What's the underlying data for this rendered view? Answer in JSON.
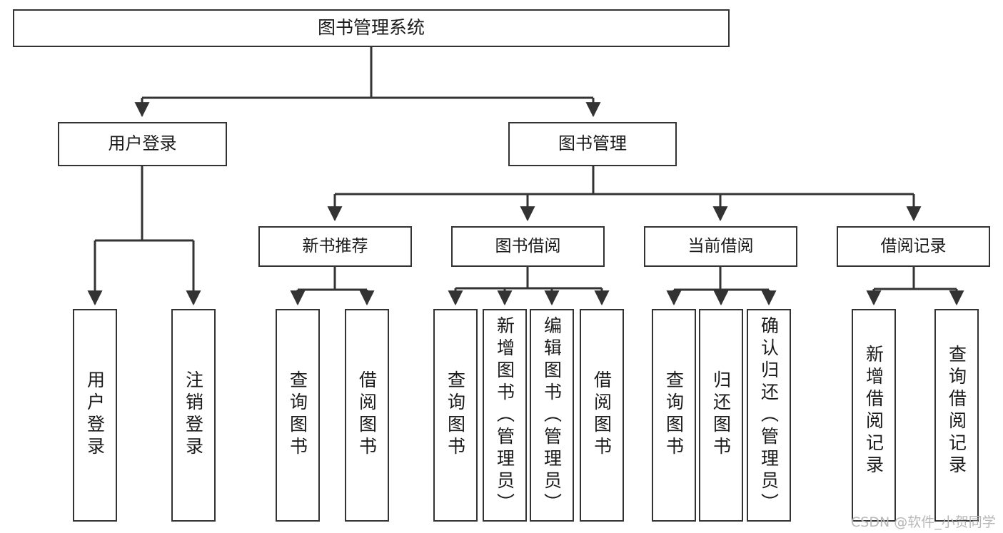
{
  "diagram": {
    "title": "图书管理系统",
    "type": "tree-hierarchy-diagram",
    "colors": {
      "box_border": "#333333",
      "box_fill": "#ffffff",
      "edge": "#333333",
      "text": "#1a1a1a",
      "watermark": "#b7b7b7",
      "background": "#ffffff"
    },
    "watermark": "CSDN @软件_小贺同学"
  },
  "nodes": {
    "root": {
      "label": "图书管理系统"
    },
    "level1": [
      {
        "id": "user-login",
        "label": "用户登录"
      },
      {
        "id": "book-manage",
        "label": "图书管理"
      }
    ],
    "level2": [
      {
        "id": "new-book-recommend",
        "label": "新书推荐"
      },
      {
        "id": "book-borrow",
        "label": "图书借阅"
      },
      {
        "id": "current-borrow",
        "label": "当前借阅"
      },
      {
        "id": "borrow-record",
        "label": "借阅记录"
      }
    ],
    "leaves": {
      "user_login": [
        {
          "id": "leaf-user-login",
          "label": "用户登录"
        },
        {
          "id": "leaf-logout",
          "label": "注销登录"
        }
      ],
      "new_book_recommend": [
        {
          "id": "leaf-query-book-1",
          "label": "查询图书"
        },
        {
          "id": "leaf-borrow-book-1",
          "label": "借阅图书"
        }
      ],
      "book_borrow": [
        {
          "id": "leaf-query-book-2",
          "label": "查询图书"
        },
        {
          "id": "leaf-add-book",
          "label": "新增图书（管理员）"
        },
        {
          "id": "leaf-edit-book",
          "label": "编辑图书（管理员）"
        },
        {
          "id": "leaf-borrow-book-2",
          "label": "借阅图书"
        }
      ],
      "current_borrow": [
        {
          "id": "leaf-query-book-3",
          "label": "查询图书"
        },
        {
          "id": "leaf-return-book",
          "label": "归还图书"
        },
        {
          "id": "leaf-confirm-return",
          "label": "确认归还（管理员）"
        }
      ],
      "borrow_record": [
        {
          "id": "leaf-add-record",
          "label": "新增借阅记录"
        },
        {
          "id": "leaf-query-record",
          "label": "查询借阅记录"
        }
      ]
    }
  }
}
